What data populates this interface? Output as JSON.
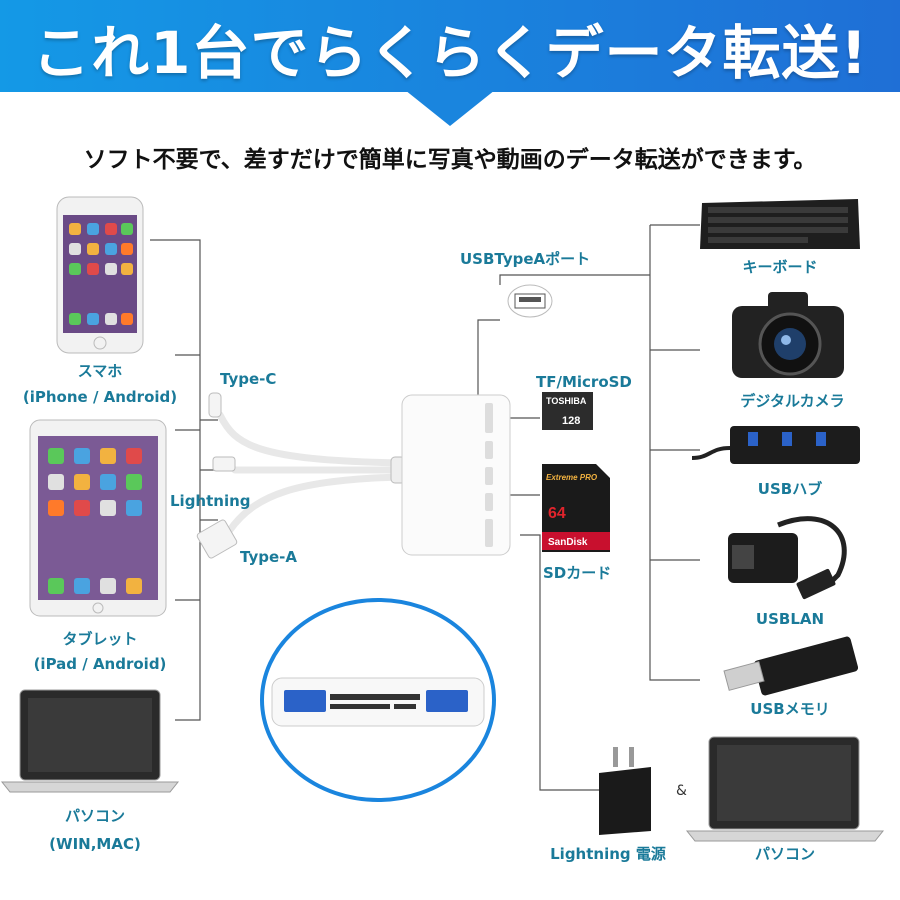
{
  "banner": {
    "title": "これ1台でらくらくデータ転送!"
  },
  "subtitle": "ソフト不要で、差すだけで簡単に写真や動画のデータ転送ができます。",
  "left_devices": {
    "phone": {
      "name": "スマホ",
      "sub": "(iPhone / Android)"
    },
    "tablet": {
      "name": "タブレット",
      "sub": "(iPad / Android)"
    },
    "pc": {
      "name": "パソコン",
      "sub": "(WIN,MAC)"
    }
  },
  "connectors": {
    "type_c": "Type-C",
    "lightning": "Lightning",
    "type_a": "Type-A"
  },
  "ports": {
    "usb_a": "USBTypeAポート",
    "tf": "TF/MicroSD",
    "sd": "SDカード"
  },
  "right_devices": {
    "keyboard": "キーボード",
    "camera": "デジタルカメラ",
    "hub": "USBハブ",
    "lan": "USBLAN",
    "memory": "USBメモリ"
  },
  "power": {
    "lightning_power": "Lightning 電源",
    "amp": "&",
    "pc": "パソコン"
  },
  "cards": {
    "micro_brand": "TOSHIBA",
    "micro_cap": "128",
    "sd_line": "Extreme PRO",
    "sd_cap": "64",
    "sd_brand": "SanDisk"
  },
  "colors": {
    "banner": "#1a85de",
    "label": "#1a7a99"
  }
}
